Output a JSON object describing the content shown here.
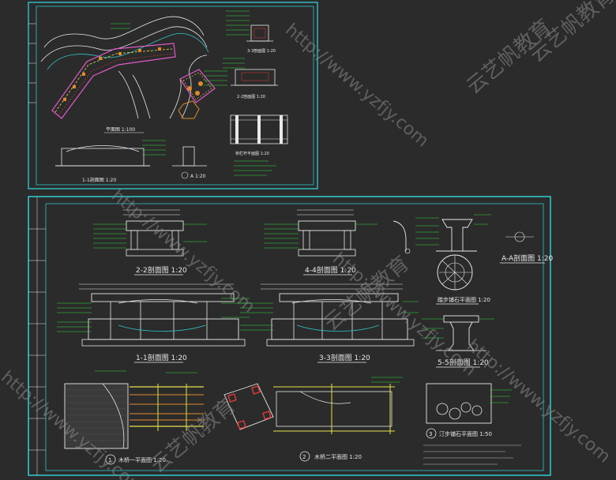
{
  "colors": {
    "background": "#2b2b2b",
    "frame": "#2fc3c9",
    "line_green": "#2ee23a",
    "line_white": "#e8e8e8",
    "line_yellow": "#e6e04a",
    "line_orange": "#e08a2c",
    "line_pink": "#e05ac8",
    "line_red": "#e23a3a",
    "watermark": "#8a8a8a"
  },
  "sheet_top": {
    "labels": {
      "plan_title": "平面图 1:100",
      "section_1": "1-1剖面图 1:20",
      "section_2": "2-2剖面图 1:20",
      "section_3": "3-3剖面图 1:20",
      "detail_a": "A 1:20",
      "detail_b": "桥栏杆平面图 1:20"
    }
  },
  "sheet_bottom": {
    "labels": {
      "s22": "2-2剖面图 1:20",
      "s44": "4-4剖面图 1:20",
      "saa": "A-A剖面图 1:20",
      "detail_stone": "踏步铺石平面图 1:20",
      "s11": "1-1剖面图 1:20",
      "s33": "3-3剖面图 1:20",
      "s55": "5-5剖面图 1:20",
      "plan1_num": "1",
      "plan1": "木桥一平面图 1:20",
      "plan2_num": "2",
      "plan2": "木桥二平面图 1:20",
      "plan3_num": "3",
      "plan3": "汀步铺石平面图 1:50"
    }
  },
  "watermarks": {
    "url": "http://www.yzfjy.com",
    "brand": "云艺帆教育"
  }
}
